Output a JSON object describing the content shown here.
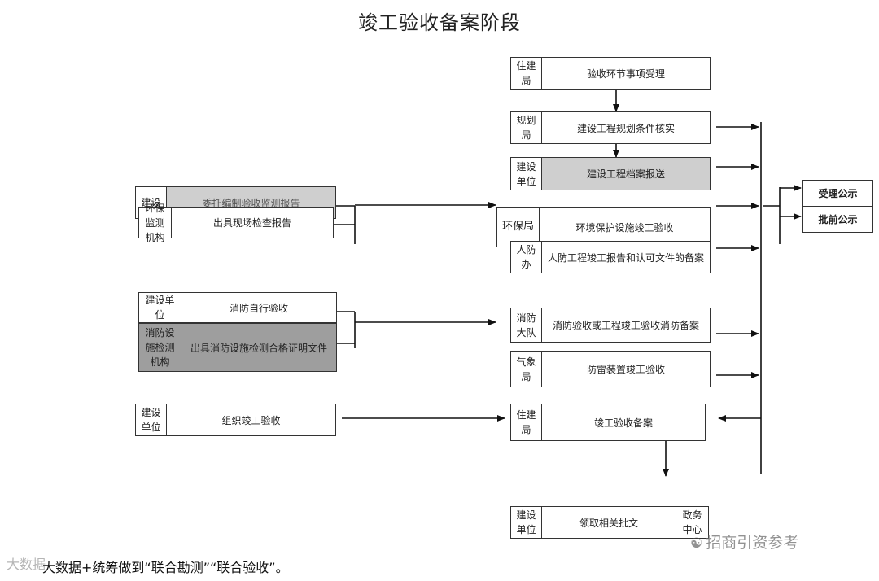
{
  "title": "竣工验收备案阶段",
  "left_boxes": {
    "b1": {
      "agency": "建设",
      "task": "委托编制验收监测报告"
    },
    "b2": {
      "agency": "环保监测机构",
      "task": "出具现场检查报告"
    },
    "b3": {
      "agency": "建设单位",
      "task": "消防自行验收"
    },
    "b4": {
      "agency": "消防设施检测机构",
      "task": "出具消防设施检测合格证明文件"
    },
    "b5": {
      "agency": "建设单位",
      "task": "组织竣工验收"
    }
  },
  "center_boxes": {
    "c1": {
      "agency": "住建局",
      "task": "验收环节事项受理"
    },
    "c2": {
      "agency": "规划局",
      "task": "建设工程规划条件核实"
    },
    "c3": {
      "agency": "建设单位",
      "task": "建设工程档案报送"
    },
    "c4": {
      "agency": "环保局",
      "task": "环境保护设施竣工验收"
    },
    "c5": {
      "agency": "人防办",
      "task": "人防工程竣工报告和认可文件的备案"
    },
    "c6": {
      "agency": "消防大队",
      "task": "消防验收或工程竣工验收消防备案"
    },
    "c7": {
      "agency": "气象局",
      "task": "防雷装置竣工验收"
    },
    "c8": {
      "agency": "住建局",
      "task": "竣工验收备案"
    },
    "c9": {
      "agency": "建设单位",
      "task": "领取相关批文",
      "side": "政务中心"
    }
  },
  "right_boxes": {
    "r1": "受理公示",
    "r2": "批前公示"
  },
  "footer": "大数据+统筹做到“联合勘测”“联合验收”。",
  "watermarks": {
    "left": "大数据",
    "right": "招商引资参考"
  }
}
